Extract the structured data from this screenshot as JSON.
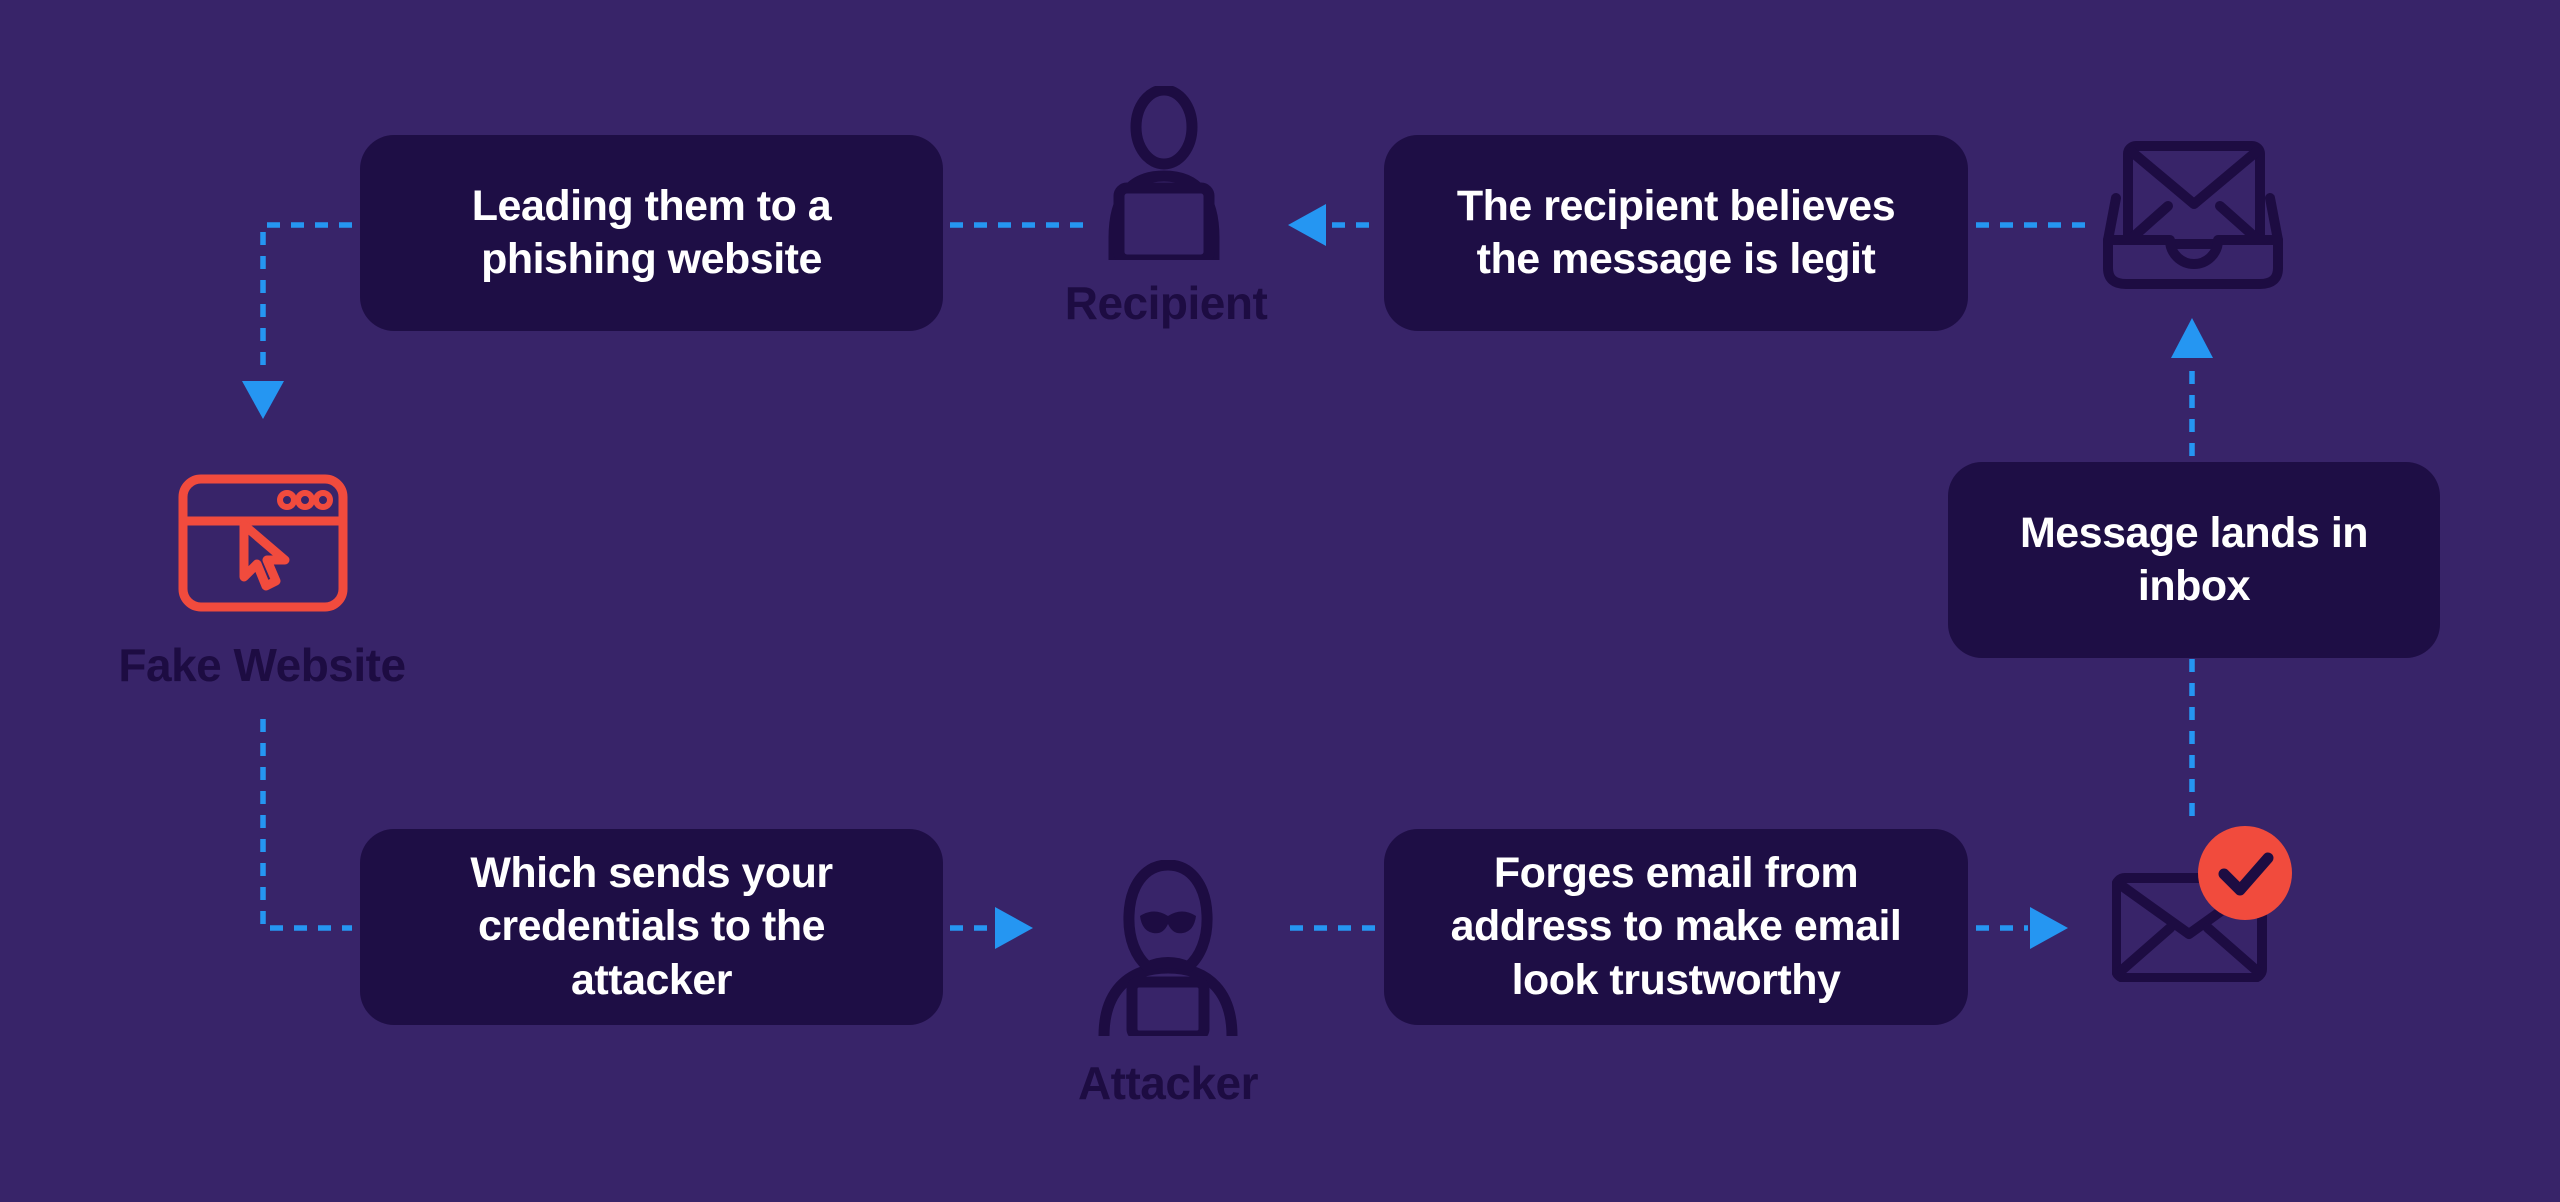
{
  "theme": {
    "background": "#382469",
    "panel": "#1e0e45",
    "ink": "#1d0c42",
    "accent_blue": "#2596f2",
    "accent_red": "#f14b3d",
    "text_light": "#ffffff"
  },
  "diagram": {
    "boxes": {
      "phishing_website": "Leading them to a\nphishing website",
      "recipient_believes": "The recipient believes\nthe message is legit",
      "message_lands": "Message lands in\ninbox",
      "forges_email": "Forges email from\naddress to make email\nlook trustworthy",
      "sends_credentials": "Which sends your\ncredentials to the\nattacker"
    },
    "labels": {
      "recipient": "Recipient",
      "attacker": "Attacker",
      "fake_website": "Fake Website"
    },
    "icons": {
      "recipient": "person-outline-icon",
      "attacker": "hooded-hacker-laptop-icon",
      "inbox": "mail-in-tray-icon",
      "sent_email": "envelope-with-check-icon",
      "fake_website": "browser-window-cursor-icon"
    }
  }
}
